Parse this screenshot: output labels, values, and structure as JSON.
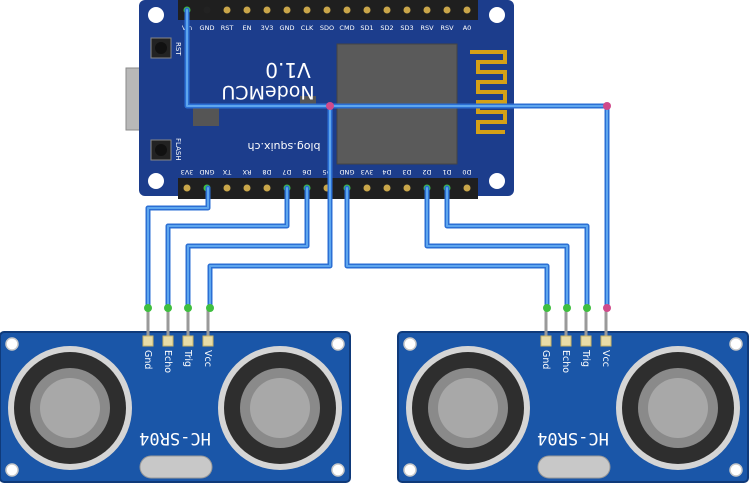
{
  "nodemcu": {
    "title": "NodeMCU",
    "version": "V1.0",
    "website": "blog.squix.ch",
    "button_rst": "RST",
    "button_flash": "FLASH",
    "top_pins": [
      "Vin",
      "GND",
      "RST",
      "EN",
      "3V3",
      "GND",
      "CLK",
      "SDO",
      "CMD",
      "SD1",
      "SD2",
      "SD3",
      "RSV",
      "RSV",
      "A0"
    ],
    "bottom_pins": [
      "3V3",
      "GND",
      "TX",
      "RX",
      "D8",
      "D7",
      "D6",
      "D5",
      "GND",
      "3V3",
      "D4",
      "D3",
      "D2",
      "D1",
      "D0"
    ]
  },
  "sensors": [
    {
      "label": "HC-SR04",
      "pins": [
        "Gnd",
        "Echo",
        "Trig",
        "Vcc"
      ]
    },
    {
      "label": "HC-SR04",
      "pins": [
        "Gnd",
        "Echo",
        "Trig",
        "Vcc"
      ]
    }
  ],
  "colors": {
    "pcb_blue": "#1c3d8c",
    "sensor_blue": "#1a56a8",
    "wire_blue": "#2b6fd4",
    "wire_light": "#5ea6ee",
    "header_black": "#1f1f1f",
    "pin_gold": "#c9a64a"
  }
}
